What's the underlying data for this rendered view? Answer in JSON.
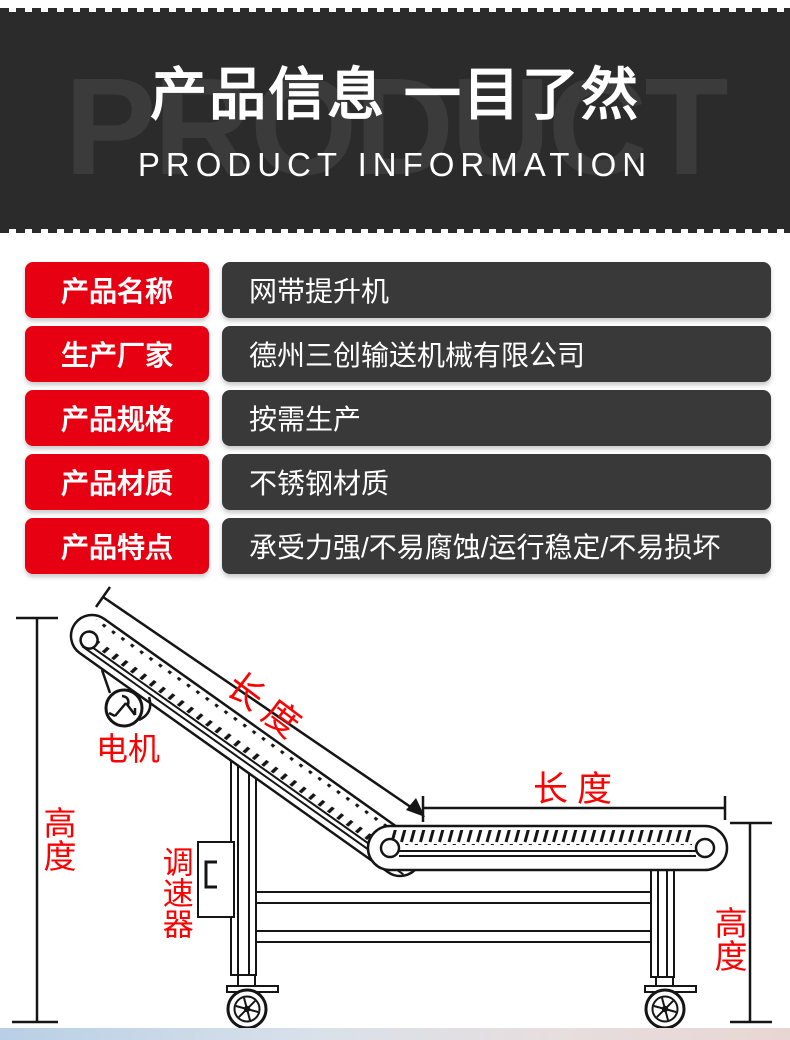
{
  "header": {
    "watermark": "PRODUCT",
    "title": "产品信息 一目了然",
    "subtitle": "PRODUCT INFORMATION"
  },
  "product_table": {
    "rows": [
      {
        "label": "产品名称",
        "value": "网带提升机"
      },
      {
        "label": "生产厂家",
        "value": "德州三创输送机械有限公司"
      },
      {
        "label": "产品规格",
        "value": "按需生产"
      },
      {
        "label": "产品材质",
        "value": "不锈钢材质"
      },
      {
        "label": "产品特点",
        "value": "承受力强/不易腐蚀/运行稳定/不易损坏"
      }
    ]
  },
  "diagram": {
    "labels": {
      "motor": "电机",
      "incline_length": "长度",
      "height_left": "高度",
      "speed_regulator": "调速器",
      "horizontal_length": "长度",
      "height_right": "高度"
    }
  },
  "colors": {
    "accent_red": "#e60012",
    "drawing_label_red": "#fe0000",
    "banner_bg": "#2b2b2b",
    "watermark_gray": "#3b3b3b",
    "value_cell_bg": "#393939",
    "line_art": "#151515",
    "floor_strip_left": "#b9cfe6",
    "floor_strip_right": "#e8d6d4"
  }
}
